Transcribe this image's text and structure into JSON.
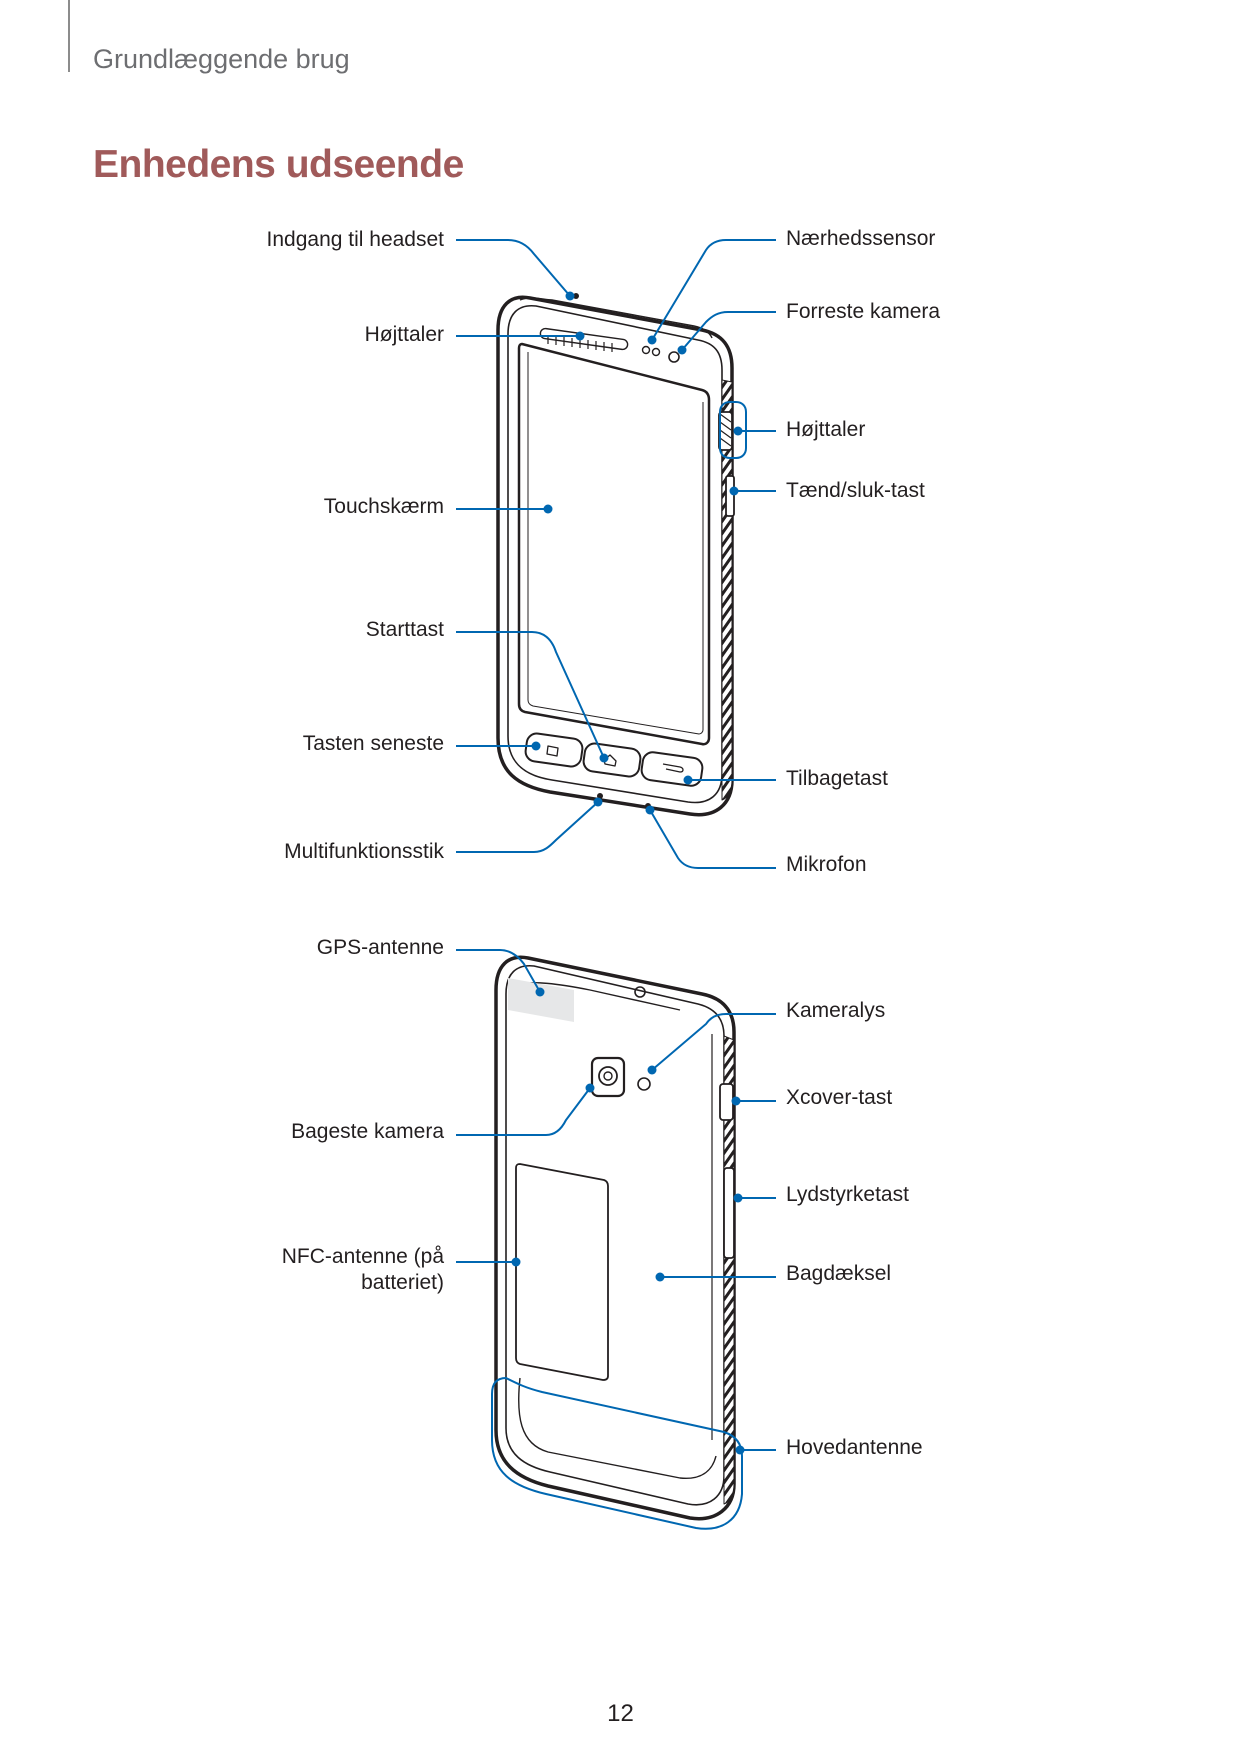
{
  "header": {
    "section": "Grundlæggende brug"
  },
  "page_title": "Enhedens udseende",
  "front_labels": {
    "headset_jack": "Indgang til headset",
    "earpiece": "Højttaler",
    "touchscreen": "Touchskærm",
    "home_key": "Starttast",
    "recent_key": "Tasten seneste",
    "multipurpose_jack": "Multifunktionsstik",
    "proximity_sensor": "Nærhedssensor",
    "front_camera": "Forreste kamera",
    "side_speaker": "Højttaler",
    "power_key": "Tænd/sluk-tast",
    "back_key": "Tilbagetast",
    "microphone": "Mikrofon"
  },
  "back_labels": {
    "gps_antenna": "GPS-antenne",
    "rear_camera": "Bageste kamera",
    "nfc_antenna_line1": "NFC-antenne (på",
    "nfc_antenna_line2": "batteriet)",
    "flash": "Kameralys",
    "xcover_key": "Xcover-tast",
    "volume_key": "Lydstyrketast",
    "back_cover": "Bagdæksel",
    "main_antenna": "Hovedantenne"
  },
  "colors": {
    "callout": "#0067b1",
    "title": "#a05a5a",
    "device": "#231f20"
  },
  "footer": {
    "page_number": "12"
  }
}
